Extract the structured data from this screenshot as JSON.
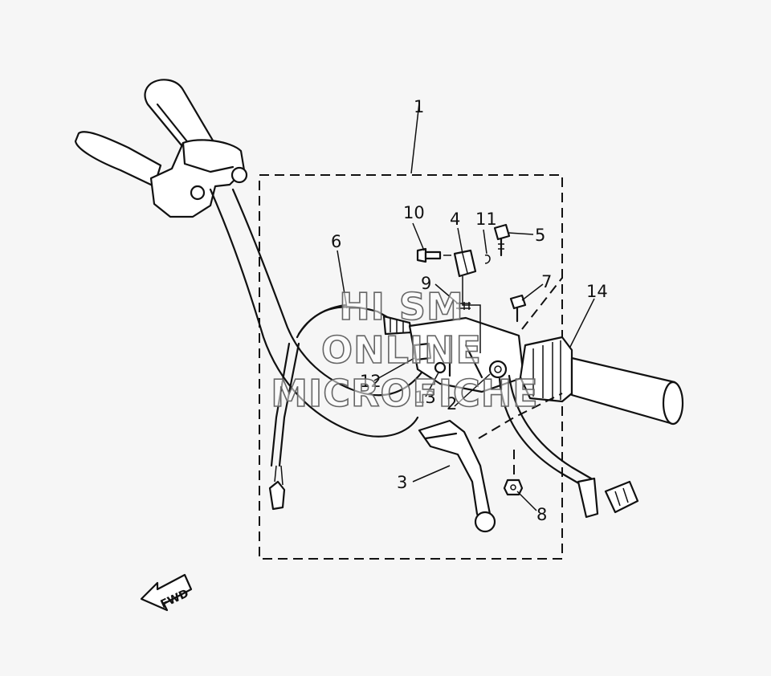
{
  "callouts": {
    "c1": "1",
    "c2": "2",
    "c3": "3",
    "c4": "4",
    "c5": "5",
    "c6": "6",
    "c7": "7",
    "c8": "8",
    "c9": "9",
    "c10": "10",
    "c11": "11",
    "c12": "12",
    "c13": "13",
    "c14": "14"
  },
  "watermark": {
    "line1": "HI SM",
    "line2": "ONLINE",
    "line3": "MICROFICHE"
  },
  "fwd_label": "FWD"
}
